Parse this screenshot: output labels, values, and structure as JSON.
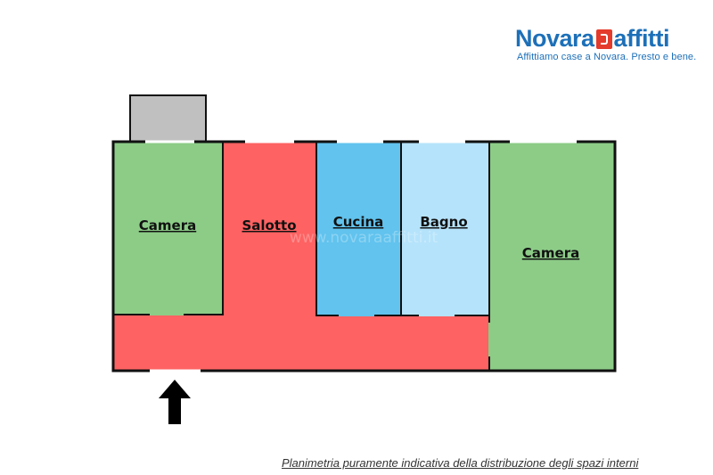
{
  "logo": {
    "brand_left": "Novara",
    "brand_right": "affitti",
    "tagline": "Affittiamo case a Novara. Presto e bene."
  },
  "colors": {
    "bedroom": "#8ccc87",
    "living": "#fe6262",
    "kitchen": "#61c3ee",
    "bathroom": "#b5e3fb",
    "balcony": "#c0c0c0",
    "walls": "#111111",
    "brand_blue": "#1d70b8",
    "brand_red": "#e43b2c"
  },
  "rooms": [
    {
      "id": "camera-1",
      "label": "Camera"
    },
    {
      "id": "salotto",
      "label": "Salotto"
    },
    {
      "id": "cucina",
      "label": "Cucina"
    },
    {
      "id": "bagno",
      "label": "Bagno"
    },
    {
      "id": "camera-2",
      "label": "Camera"
    }
  ],
  "watermark": "www.novaraaffitti.it",
  "entrance_icon": "arrow-up-icon",
  "caption": "Planimetria puramente indicativa della distribuzione degli spazi interni"
}
